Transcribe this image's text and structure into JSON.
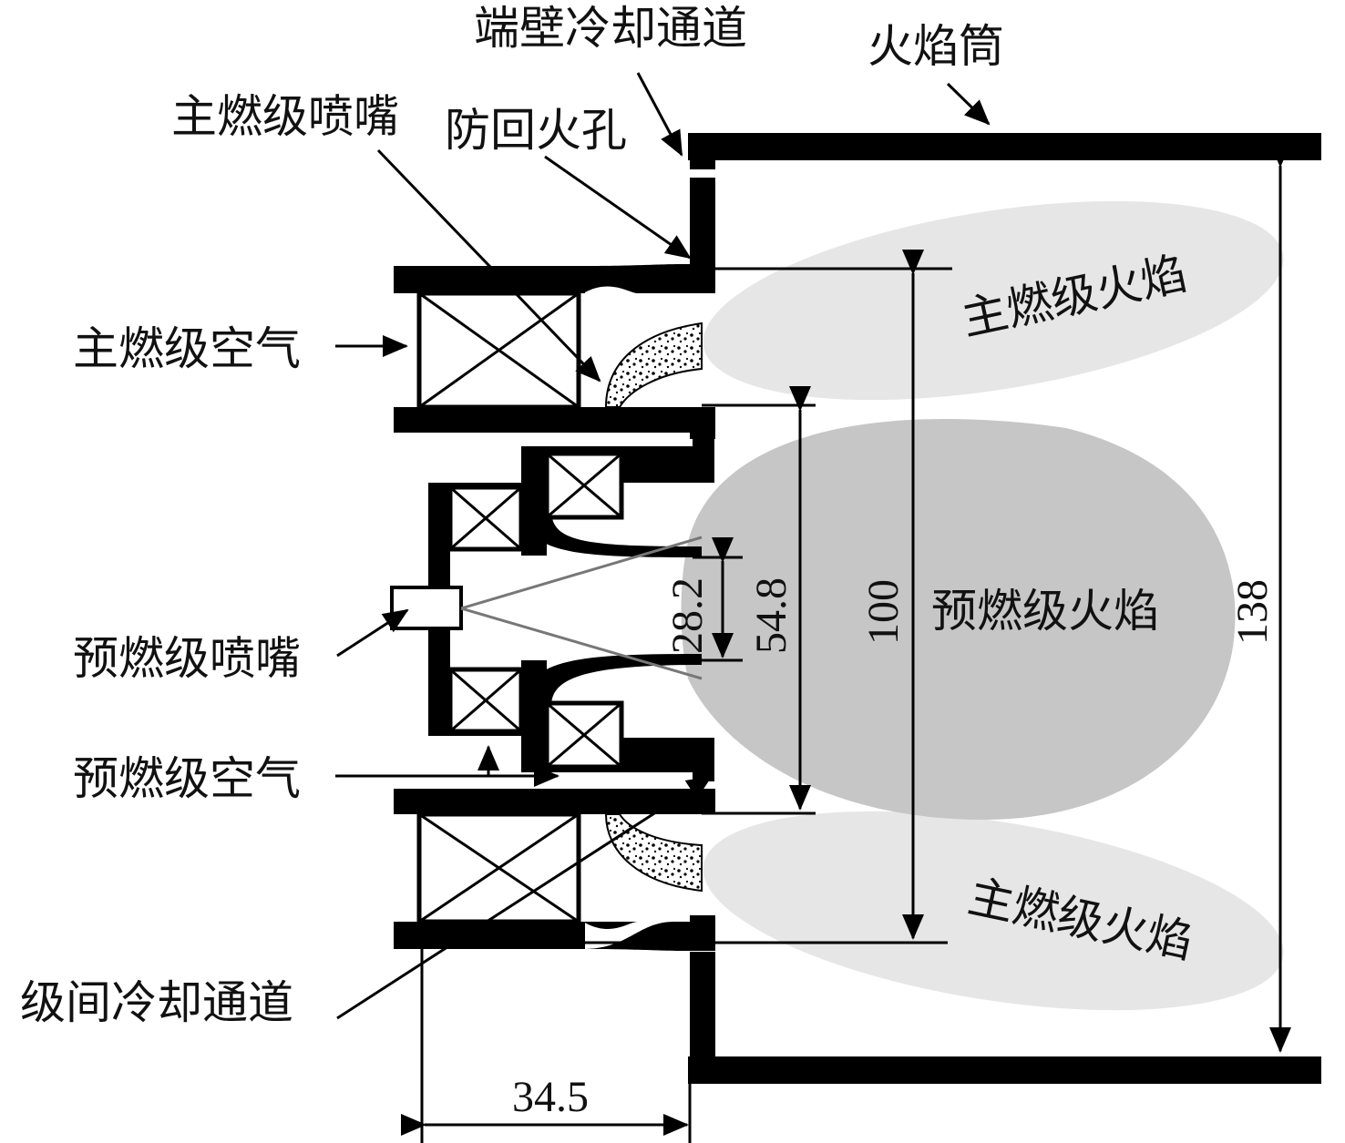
{
  "labels": {
    "end_wall_cooling_channel": "端壁冷却通道",
    "flame_tube": "火焰筒",
    "main_stage_nozzle": "主燃级喷嘴",
    "anti_flashback_hole": "防回火孔",
    "main_stage_air": "主燃级空气",
    "main_stage_flame_top": "主燃级火焰",
    "main_stage_flame_bottom": "主燃级火焰",
    "pilot_stage_flame": "预燃级火焰",
    "pilot_stage_nozzle": "预燃级喷嘴",
    "pilot_stage_air": "预燃级空气",
    "interstage_cooling_channel": "级间冷却通道"
  },
  "dimensions": {
    "pilot_inner": "28.2",
    "pilot_outer": "54.8",
    "main_stage": "100",
    "flame_tube_diameter": "138",
    "axial_length": "34.5"
  },
  "colors": {
    "main_flame": "#e6e6e6",
    "pilot_flame": "#c6c6c6",
    "wall": "#000000"
  }
}
